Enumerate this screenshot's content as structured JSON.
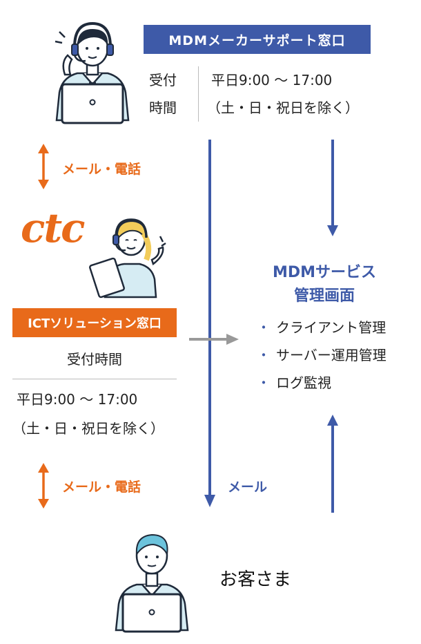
{
  "maker": {
    "title": "MDMメーカーサポート窓口",
    "hours_label_1": "受付",
    "hours_label_2": "時間",
    "hours_line_1": "平日9:00 〜 17:00",
    "hours_line_2": "（土・日・祝日を除く）"
  },
  "ctc": {
    "logo_text": "ctc",
    "title": "ICTソリューション窓口",
    "hours_label": "受付時間",
    "hours_line_1": "平日9:00 〜 17:00",
    "hours_line_2": "（土・日・祝日を除く）"
  },
  "links": {
    "top_contact": "メール・電話",
    "bottom_contact": "メール・電話",
    "mail": "メール"
  },
  "mdm_service": {
    "title_line_1": "MDMサービス",
    "title_line_2": "管理画面",
    "items": [
      "クライアント管理",
      "サーバー運用管理",
      "ログ監視"
    ]
  },
  "customer": {
    "label": "お客さま"
  },
  "colors": {
    "blue": "#3e5aa8",
    "orange": "#e86a1a",
    "gray": "#999999",
    "person_shirt": "#d6ecf3"
  },
  "icons": [
    "headset-operator-icon",
    "ctc-logo",
    "female-operator-icon",
    "customer-laptop-icon"
  ]
}
